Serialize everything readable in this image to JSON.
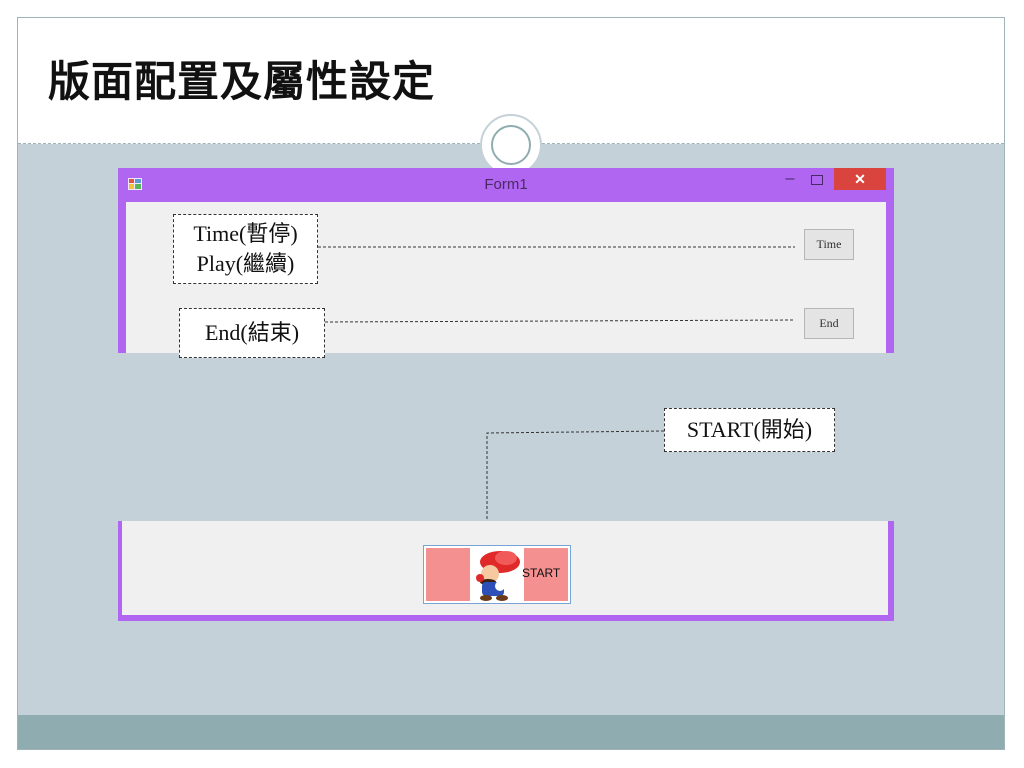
{
  "slide": {
    "title": "版面配置及屬性設定"
  },
  "form": {
    "title": "Form1",
    "close_glyph": "✕",
    "min_glyph": "–",
    "buttons": {
      "time": "Time",
      "end": "End"
    }
  },
  "callouts": {
    "time_line1": "Time(暫停)",
    "time_line2": "Play(繼續)",
    "end": "End(結束)",
    "start": "START(開始)"
  },
  "start_button": {
    "label": "START"
  },
  "colors": {
    "window_frame": "#b066f0",
    "close_button": "#d9443e",
    "slide_background": "#c5d1d8",
    "bottom_band": "#8fadb0",
    "start_pink": "#f49090"
  },
  "icons": {
    "app": "form-app-icon",
    "start_image": "mario-icon"
  }
}
